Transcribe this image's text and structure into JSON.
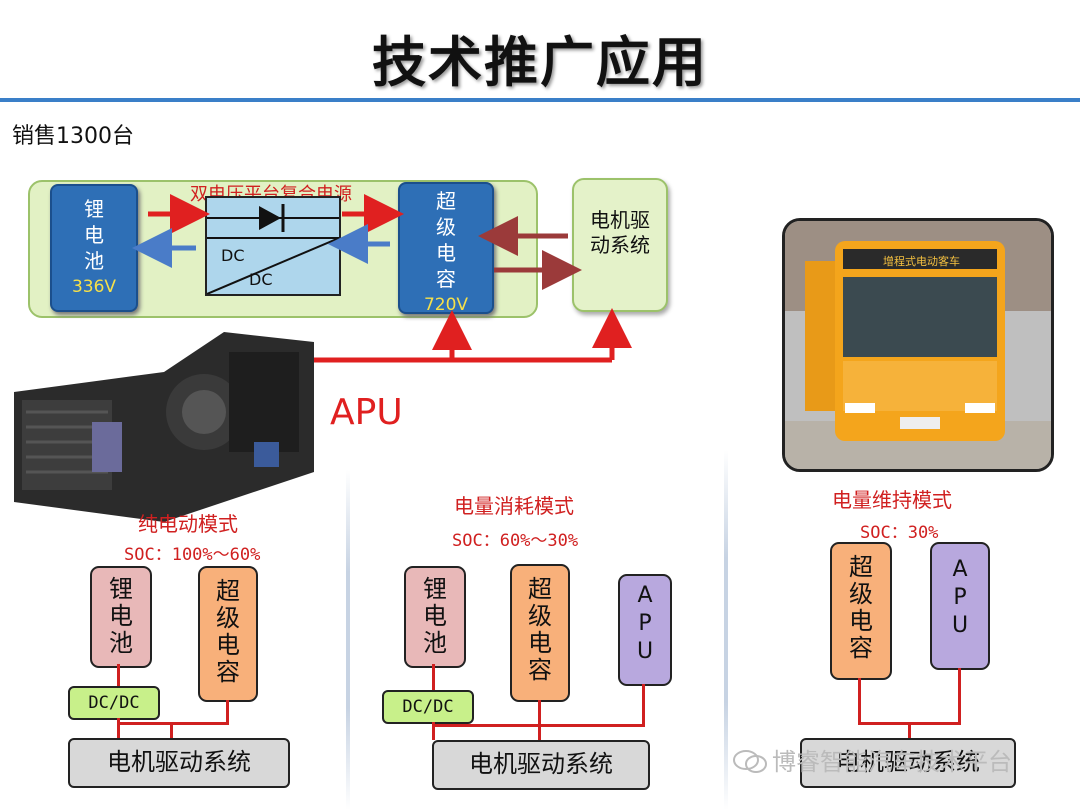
{
  "title": "技术推广应用",
  "subtitle": "销售1300台",
  "top_diagram": {
    "battery": {
      "label": "锂电池",
      "voltage": "336V"
    },
    "dual_voltage_label": "双电压平台复合电源",
    "dcdc": {
      "in": "DC",
      "out": "DC"
    },
    "supercap": {
      "label": "超级电容",
      "voltage": "720V"
    },
    "motor": "电机驱动系统",
    "apu": "APU"
  },
  "modes": [
    {
      "title": "纯电动模式",
      "soc": "SOC：100%～60%",
      "boxes": [
        "锂电池",
        "超级电容"
      ],
      "converter": "DC/DC",
      "drive": "电机驱动系统"
    },
    {
      "title": "电量消耗模式",
      "soc": "SOC：60%～30%",
      "boxes": [
        "锂电池",
        "超级电容",
        "APU"
      ],
      "converter": "DC/DC",
      "drive": "电机驱动系统"
    },
    {
      "title": "电量维持模式",
      "soc": "SOC：30%",
      "boxes": [
        "超级电容",
        "APU"
      ],
      "drive": "电机驱动系统"
    }
  ],
  "watermark": "博睿智能汽车技术平台",
  "bus_sign": "增程式电动客车",
  "colors": {
    "accent_blue": "#3a7fc8",
    "red": "#d02020",
    "dark_red": "#9b3a3a"
  }
}
